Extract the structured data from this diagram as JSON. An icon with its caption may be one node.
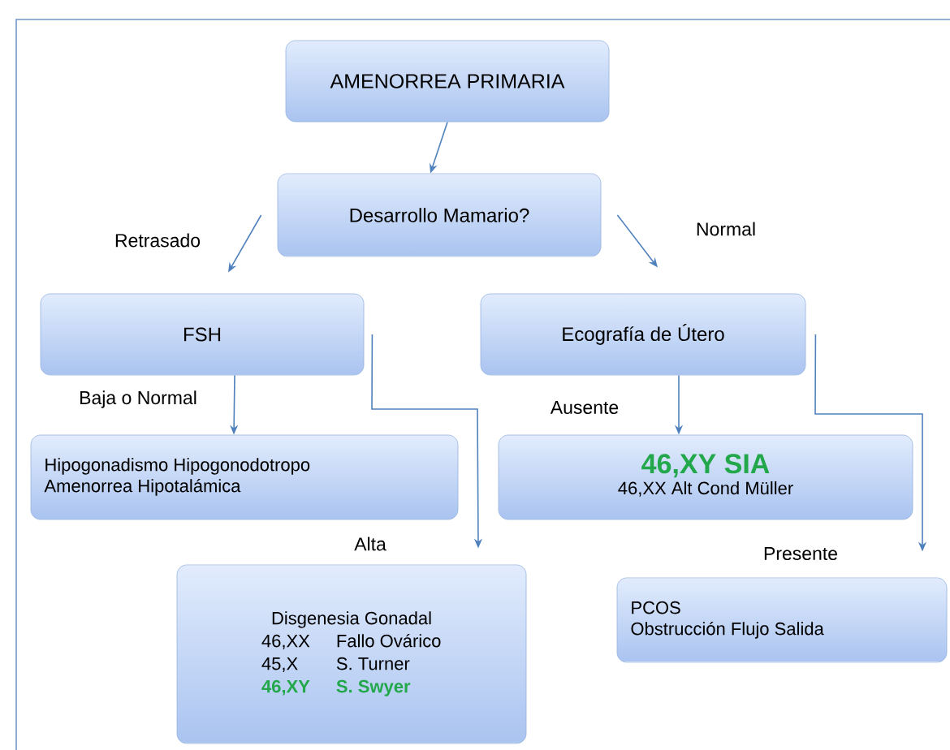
{
  "diagram": {
    "nodes": [
      {
        "text": [
          "AMENORREA PRIMARIA"
        ]
      },
      {
        "text": [
          "Desarrollo  Mamario?"
        ]
      },
      {
        "text": [
          "FSH"
        ]
      },
      {
        "text": [
          "Ecografía de Útero"
        ]
      },
      {
        "text": [
          "Hipogonadismo Hipogonodotropo",
          "Amenorrea Hipotalámica"
        ]
      },
      {
        "text": [
          "46,XY SIA",
          "46,XX Alt Cond Müller"
        ]
      },
      {
        "text": [
          "Disgenesia Gonadal",
          "46,XX",
          "Fallo Ovárico",
          "45,X",
          "S. Turner",
          "46,XY",
          "S. Swyer"
        ]
      },
      {
        "text": [
          "PCOS",
          "Obstrucción Flujo Salida"
        ]
      }
    ],
    "edges": [
      {
        "from": 0,
        "to": 1,
        "arrow": "to"
      },
      {
        "from": 1,
        "to": 2,
        "arrow": "to",
        "label": "Retrasado"
      },
      {
        "from": 1,
        "to": 3,
        "arrow": "to",
        "label": "Normal"
      },
      {
        "from": 2,
        "to": 4,
        "arrow": "to",
        "label": "Baja o Normal"
      },
      {
        "from": 2,
        "to": 6,
        "arrow": "to",
        "label": "Alta"
      },
      {
        "from": 3,
        "to": 5,
        "arrow": "to",
        "label": "Ausente"
      },
      {
        "from": 3,
        "to": 7,
        "arrow": "to",
        "label": "Presente"
      }
    ]
  }
}
